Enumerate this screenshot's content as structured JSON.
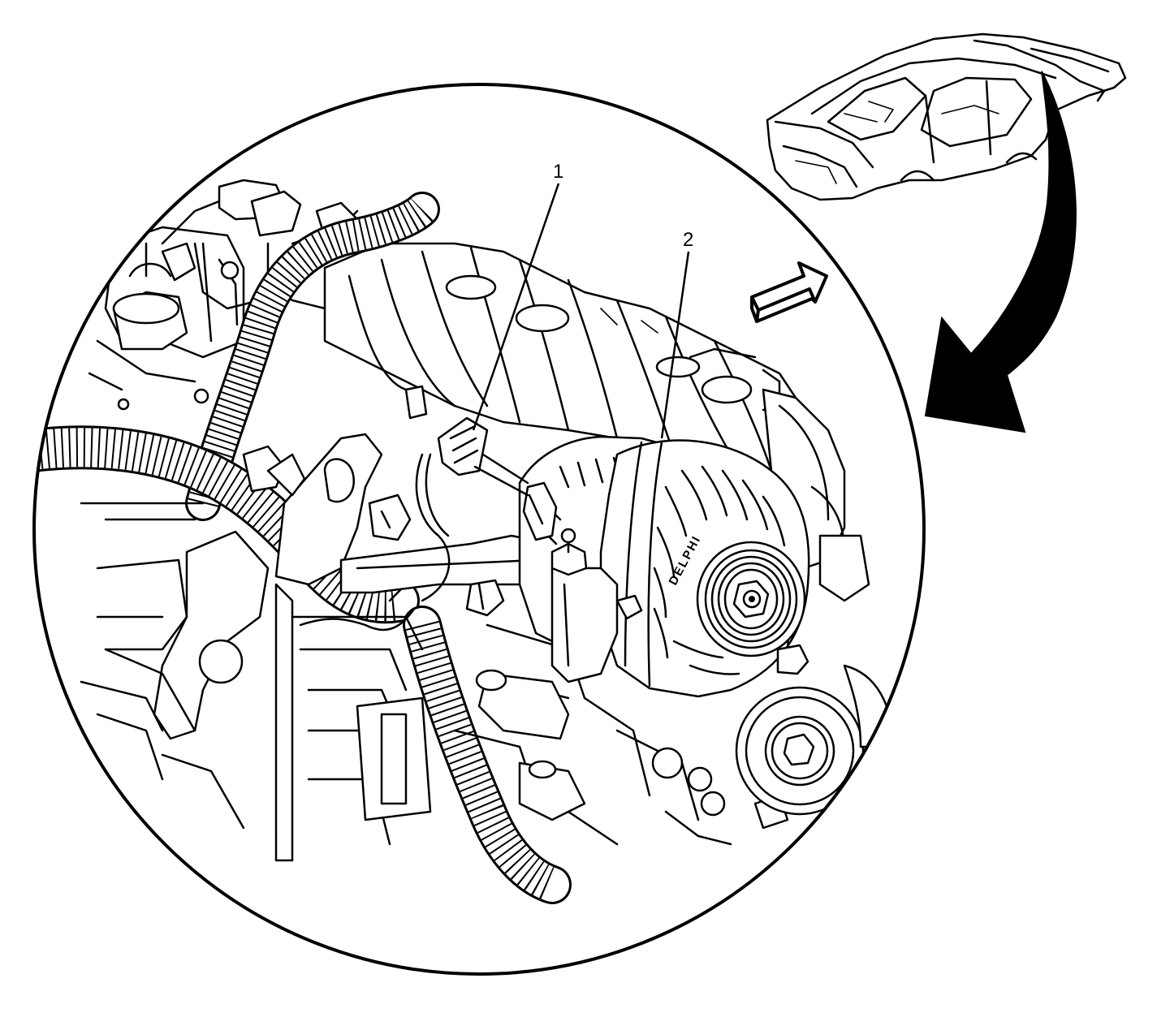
{
  "callouts": [
    {
      "label": "1",
      "part": "connector"
    },
    {
      "label": "2",
      "part": "generator"
    }
  ],
  "alternator_badge": "DELPHI",
  "colors": {
    "line": "#000000",
    "background": "#ffffff",
    "arrow_fill": "#000000"
  },
  "icons": [
    "vehicle-locator-icon",
    "view-direction-arrow-icon",
    "location-arrow-icon"
  ]
}
